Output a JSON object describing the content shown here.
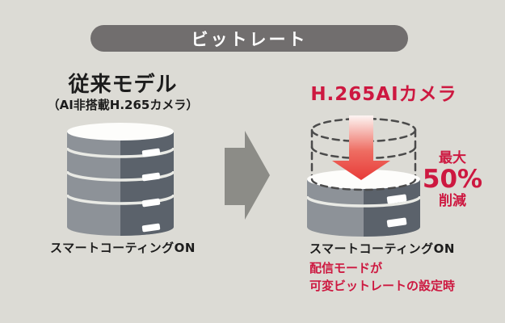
{
  "title": "ビットレート",
  "colors": {
    "background": "#dcdbd5",
    "pill": "#716e6e",
    "red": "#cd1840",
    "arrow_gray": "#8c8c87",
    "cyl_light": "#8d9298",
    "cyl_dark": "#5b626b",
    "dash": "#4b4b4b"
  },
  "left": {
    "heading": "従来モデル",
    "subheading": "（AI非搭載H.265カメラ）",
    "caption": "スマートコーティングON"
  },
  "right": {
    "heading": "H.265AIカメラ",
    "stat_prefix": "最大",
    "stat_value": "50%",
    "stat_suffix": "削減",
    "caption": "スマートコーティングON",
    "note_line1": "配信モードが",
    "note_line2": "可変ビットレートの設定時"
  }
}
